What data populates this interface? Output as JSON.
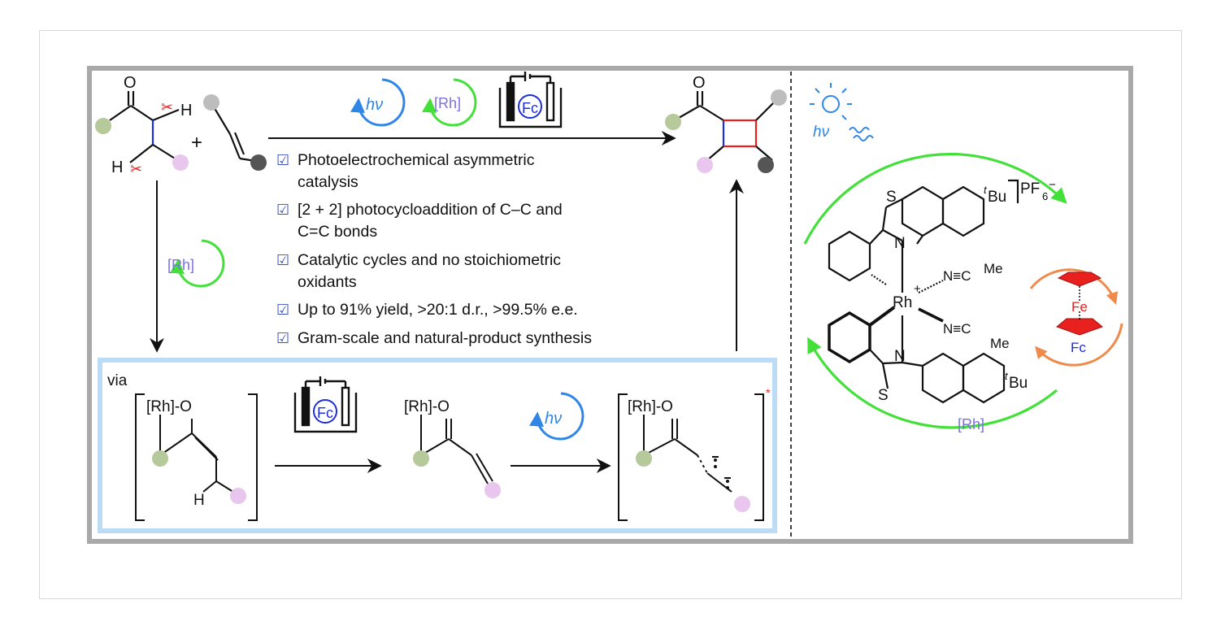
{
  "features": [
    {
      "line1": "Photoelectrochemical asymmetric",
      "line2": "catalysis"
    },
    {
      "line1": "[2 + 2] photocycloaddition of C–C and",
      "line2": "C=C bonds"
    },
    {
      "line1": "Catalytic cycles and no stoichiometric",
      "line2": "oxidants"
    },
    {
      "line1": "Up to 91% yield, >20:1 d.r., >99.5% e.e.",
      "line2": ""
    },
    {
      "line1": "Gram-scale and natural-product synthesis",
      "line2": ""
    }
  ],
  "checkbox_glyph": "☑",
  "labels": {
    "hv": "hν",
    "rh": "[Rh]",
    "fc": "Fc",
    "fe": "Fe",
    "via": "via",
    "rh_o": "[Rh]-O",
    "o": "O",
    "h": "H",
    "plus": "+",
    "star": "*",
    "s": "S",
    "n": "N",
    "rh_metal": "Rh",
    "rh_charge": "+",
    "tbu_sup": "t",
    "tbu": "Bu",
    "pf6": "PF",
    "pf6_sub": "6",
    "pf6_charge": "−",
    "nc_me": "N≡C",
    "me": "Me"
  },
  "colors": {
    "green_substituent": "#b5c99a",
    "pink_substituent": "#e9c6ee",
    "gray_substituent": "#bdbdbd",
    "dark_substituent": "#555555",
    "photo_blue": "#2f86e6",
    "catalyst_green": "#44e03a",
    "ferrocene_orange": "#f08a4b",
    "ferrocene_red": "#e8201e",
    "bond_blue": "#1d2fd6",
    "bond_red": "#e8201e",
    "via_box": "#bcdcf5",
    "panel_border": "#a9a9a9"
  },
  "icons": [
    "photon-cycle-icon",
    "rh-catalyst-cycle-icon",
    "electrochemical-cell-icon",
    "light-bulb-icon"
  ]
}
